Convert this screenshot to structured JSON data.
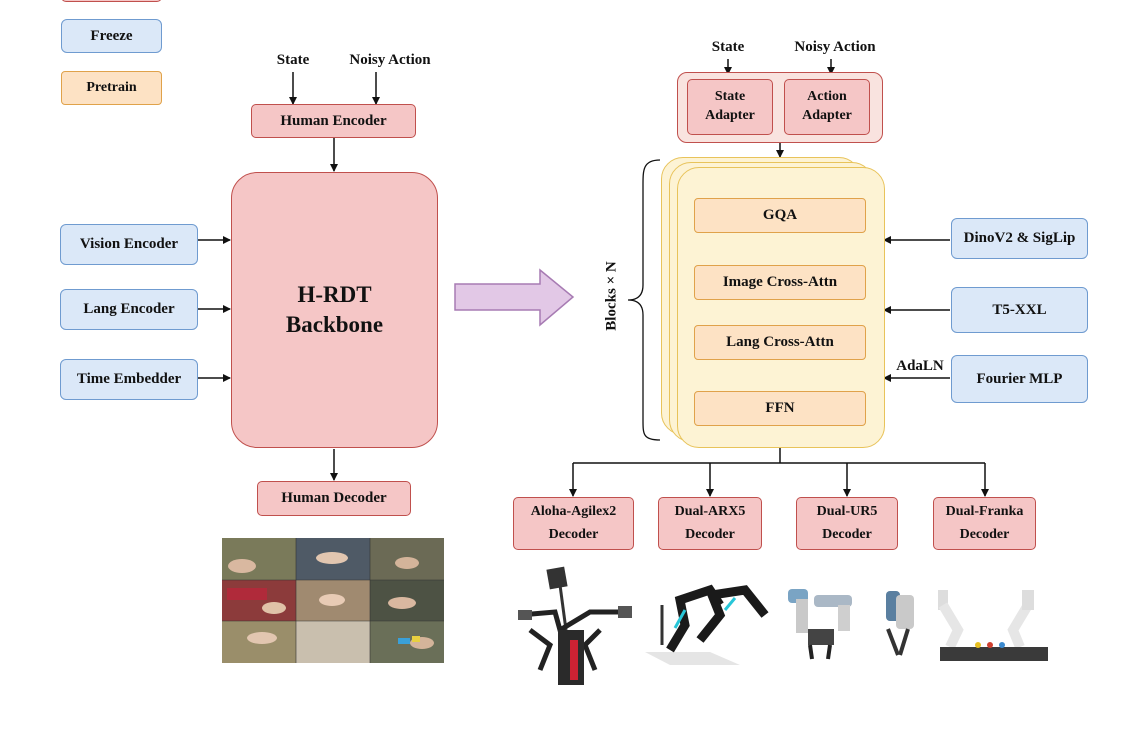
{
  "legend": {
    "freeze": "Freeze",
    "pretrain": "Pretrain"
  },
  "left": {
    "state": "State",
    "noisy_action": "Noisy Action",
    "human_encoder": "Human Encoder",
    "vision_encoder": "Vision Encoder",
    "lang_encoder": "Lang Encoder",
    "time_embedder": "Time Embedder",
    "backbone_line1": "H-RDT",
    "backbone_line2": "Backbone",
    "human_decoder": "Human Decoder"
  },
  "right": {
    "state": "State",
    "noisy_action": "Noisy Action",
    "state_adapter": [
      "State",
      "Adapter"
    ],
    "action_adapter": [
      "Action",
      "Adapter"
    ],
    "blocks_label": "Blocks × N",
    "gqa": "GQA",
    "image_cross_attn": "Image Cross-Attn",
    "lang_cross_attn": "Lang Cross-Attn",
    "ffn": "FFN",
    "dinov2_siglip": "DinoV2 & SigLip",
    "t5_xxl": "T5-XXL",
    "fourier_mlp": "Fourier MLP",
    "adaln": "AdaLN",
    "decoders": [
      [
        "Aloha-Agilex2",
        "Decoder"
      ],
      [
        "Dual-ARX5",
        "Decoder"
      ],
      [
        "Dual-UR5",
        "Decoder"
      ],
      [
        "Dual-Franka",
        "Decoder"
      ]
    ]
  },
  "colors": {
    "freeze": "#dbe8f8",
    "pretrain": "#fde2c4",
    "human_module": "#f5c6c6",
    "block_stack": "#fdf3d4",
    "transfer_arrow": "#e2c8e6"
  },
  "images": {
    "human_video_grid": "egocentric-human-manipulation-frames-3x3",
    "robots": [
      "aloha-agilex2-robot",
      "dual-arx5-robot",
      "dual-ur5-robot",
      "dual-franka-robot"
    ]
  }
}
